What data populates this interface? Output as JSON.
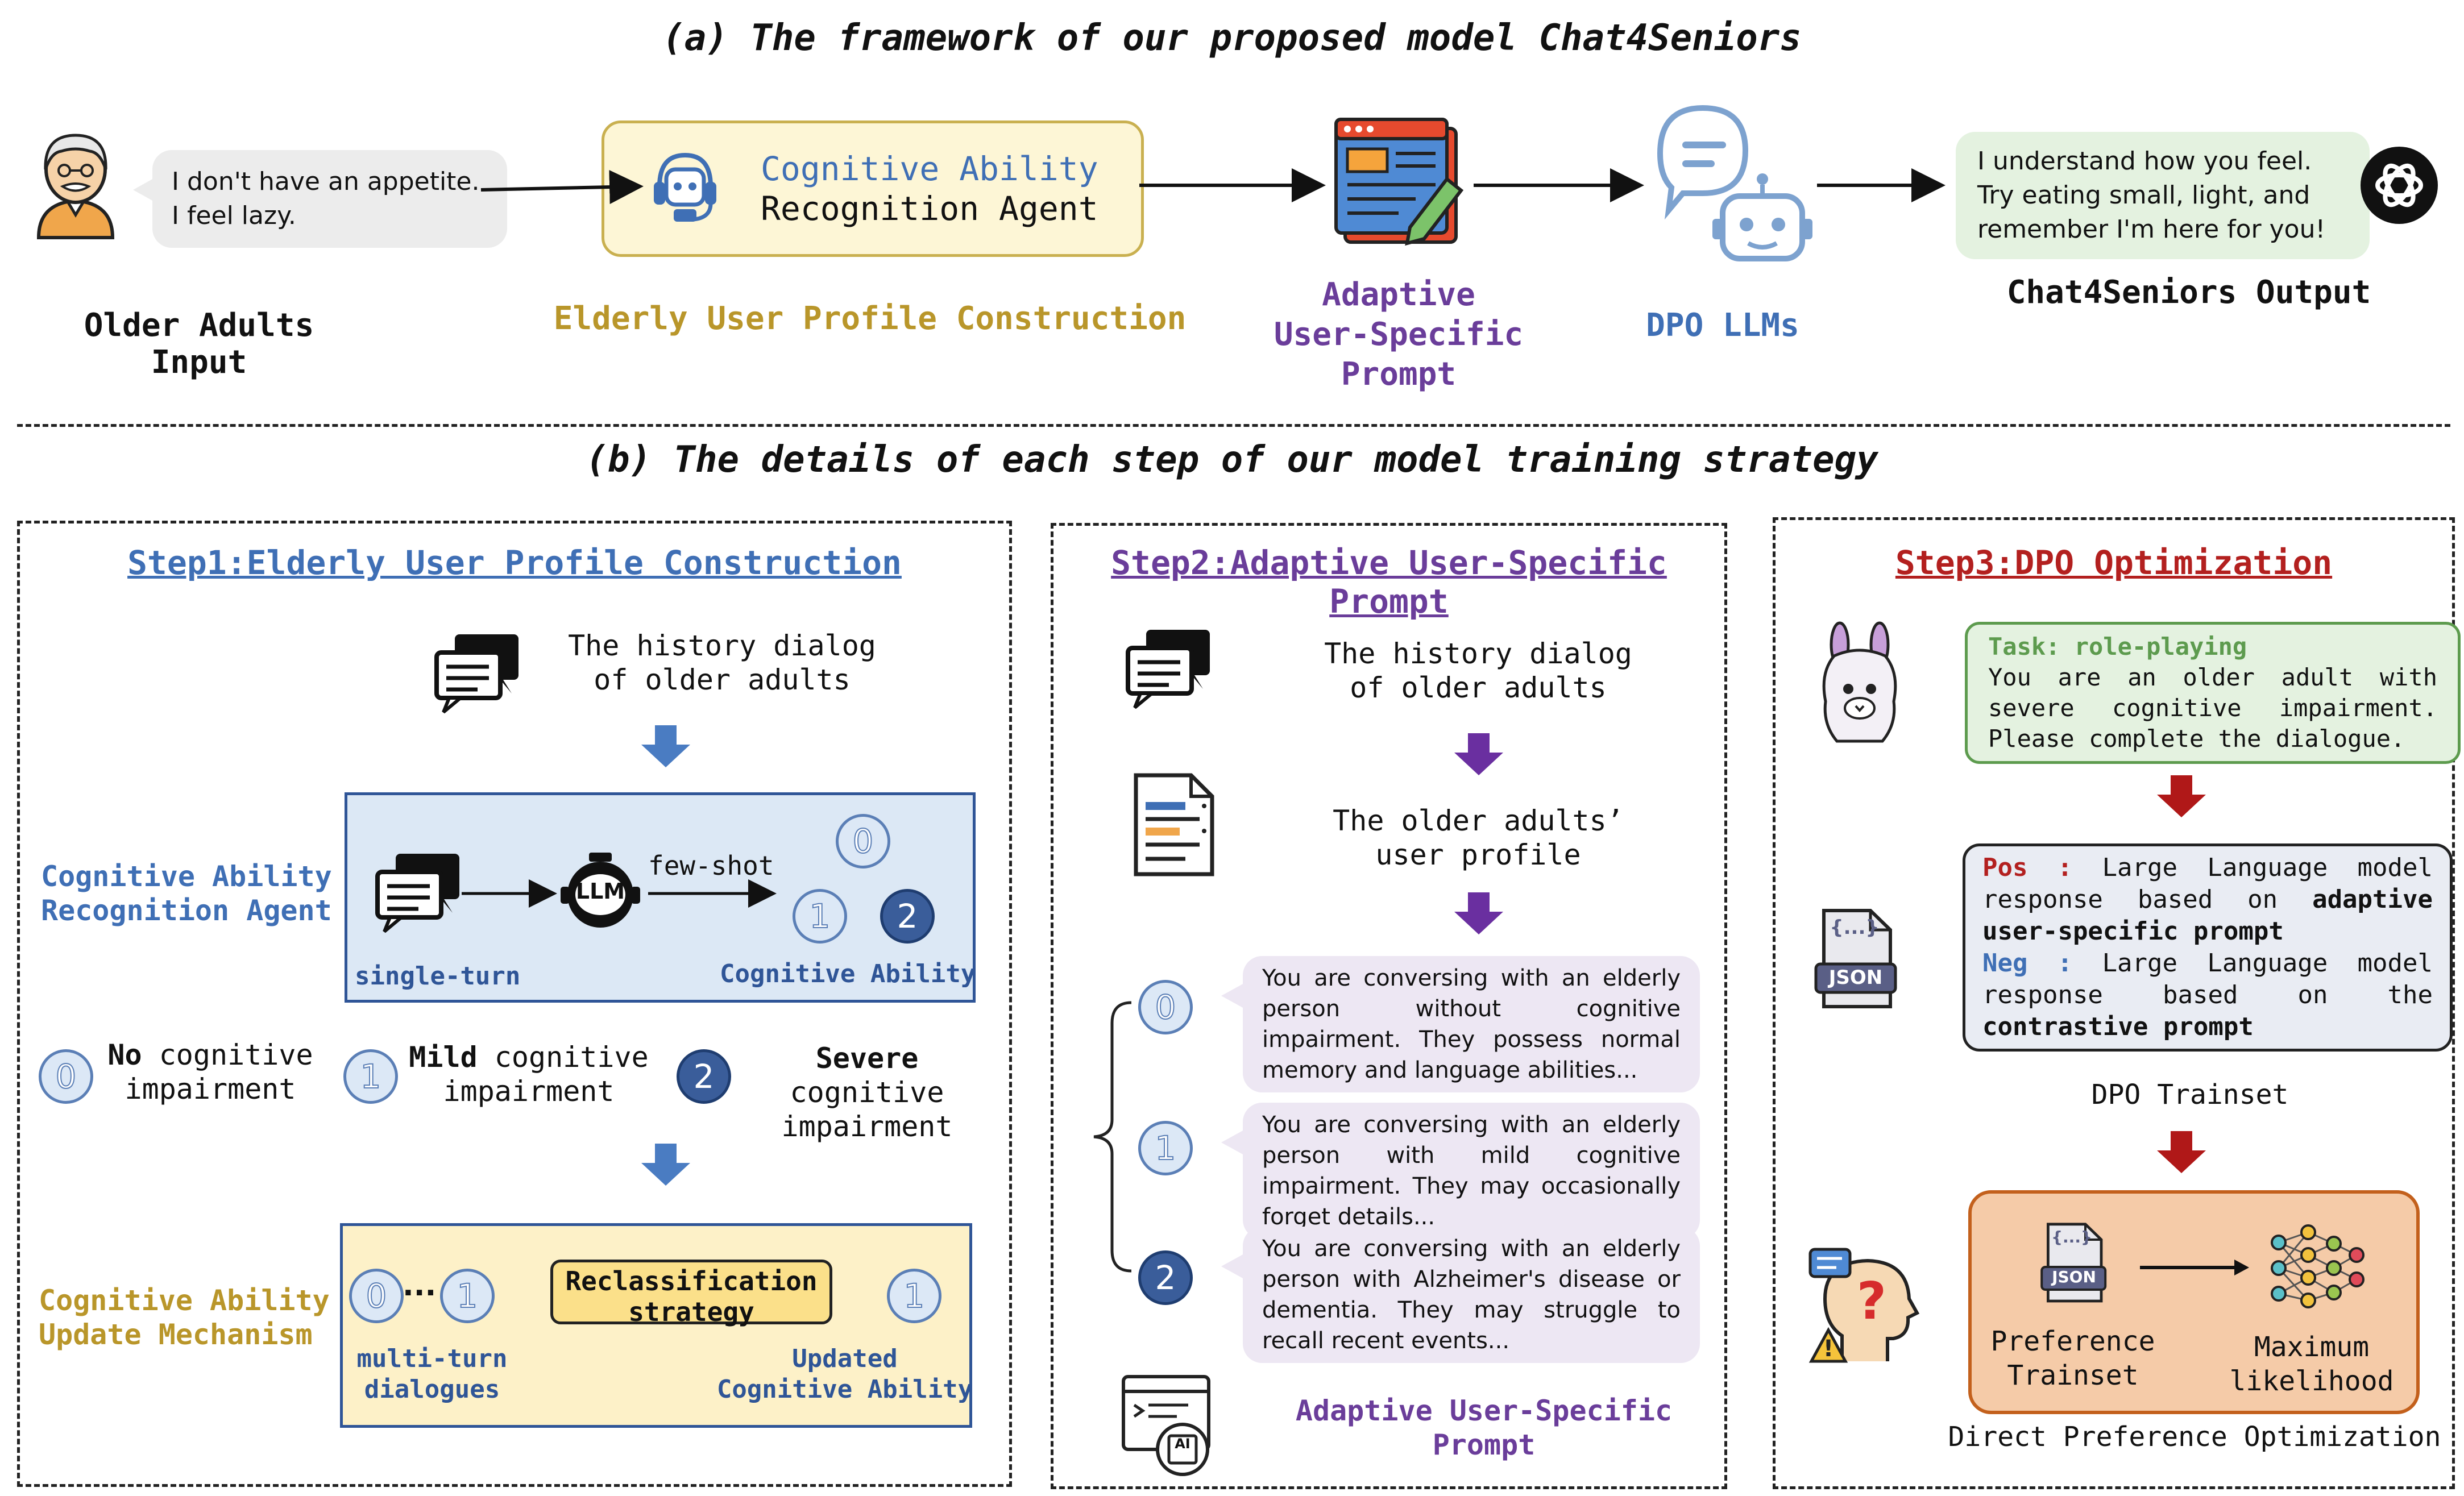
{
  "top": {
    "heading": "(a) The framework of our proposed model Chat4Seniors",
    "input_bubble": [
      "I don't have an appetite.",
      "I feel lazy."
    ],
    "input_label": "Older Adults Input",
    "agent_box": [
      "Cognitive Ability",
      "Recognition Agent"
    ],
    "profile_label": "Elderly User Profile Construction",
    "prompt_label": [
      "Adaptive",
      "User-Specific",
      "Prompt"
    ],
    "dpo_label": "DPO LLMs",
    "output_bubble": [
      "I understand how you feel.",
      "Try eating small, light, and",
      "remember I'm here for you!"
    ],
    "output_label": "Chat4Seniors Output"
  },
  "bottom": {
    "heading": "(b) The details of each step of our model training strategy"
  },
  "step1": {
    "title": "Step1:Elderly User Profile Construction",
    "history": [
      "The history dialog",
      "of older adults"
    ],
    "agent_label": [
      "Cognitive Ability",
      "Recognition Agent"
    ],
    "llm_text": "LLM",
    "few_shot": "few-shot",
    "single_turn": "single-turn",
    "cognitive_ability": "Cognitive Ability",
    "levels": [
      {
        "num": "0",
        "bold": "No",
        "rest": " cognitive",
        "line2": "impairment"
      },
      {
        "num": "1",
        "bold": "Mild",
        "rest": " cognitive",
        "line2": "impairment"
      },
      {
        "num": "2",
        "bold": "Severe",
        "rest": " cognitive",
        "line2": "impairment"
      }
    ],
    "update_label": [
      "Cognitive Ability",
      "Update Mechanism"
    ],
    "ellipsis": "...",
    "reclass": [
      "Reclassification",
      "strategy"
    ],
    "multi_turn": [
      "multi-turn",
      "dialogues"
    ],
    "updated": [
      "Updated",
      "Cognitive Ability"
    ]
  },
  "step2": {
    "title": "Step2:Adaptive User-Specific Prompt",
    "history": [
      "The history dialog",
      "of older adults"
    ],
    "profile": [
      "The older adults’",
      "user profile"
    ],
    "prompts": [
      {
        "num": "0",
        "text": "You are conversing with an elderly person without cognitive impairment. They possess normal memory and language abilities..."
      },
      {
        "num": "1",
        "text": "You are conversing with an elderly person with mild cognitive impairment. They may occasionally forget details..."
      },
      {
        "num": "2",
        "text": "You are conversing with an elderly person with Alzheimer's disease or dementia. They may struggle to recall recent events..."
      }
    ],
    "ai_label": "AI",
    "output_label": [
      "Adaptive User-Specific",
      "Prompt"
    ]
  },
  "step3": {
    "title": "Step3:DPO Optimization",
    "task_head": "Task: role-playing",
    "task_body": "You are an older adult with severe cognitive impairment. Please complete the dialogue.",
    "json_label": "JSON",
    "json_braces": "{...}",
    "pos_label": "Pos :",
    "pos_text": " Large Language model response based on ",
    "pos_bold": "adaptive user-specific prompt",
    "neg_label": "Neg :",
    "neg_text": " Large Language model response based on the ",
    "neg_bold": "contrastive prompt",
    "trainset": "DPO Trainset",
    "pref": [
      "Preference",
      "Trainset"
    ],
    "maxlik": [
      "Maximum",
      "likelihood"
    ],
    "dpo_caption": "Direct Preference Optimization"
  },
  "colors": {
    "blue": "#3f6fb5",
    "gold": "#b9962a",
    "purple": "#6a3d9a",
    "red": "#b3201f",
    "arrow_blue": "#4a7cc2",
    "arrow_purple": "#6a2fa0",
    "arrow_red": "#b01818"
  },
  "icons": [
    "elderly-man-icon",
    "robot-headset-icon",
    "browser-edit-icon",
    "chat-robot-icon",
    "openai-logo-icon",
    "chat-bubbles-icon",
    "llm-robot-icon",
    "document-list-icon",
    "ai-chip-icon",
    "alpaca-icon",
    "json-file-icon",
    "thinking-head-icon",
    "neural-network-icon"
  ]
}
